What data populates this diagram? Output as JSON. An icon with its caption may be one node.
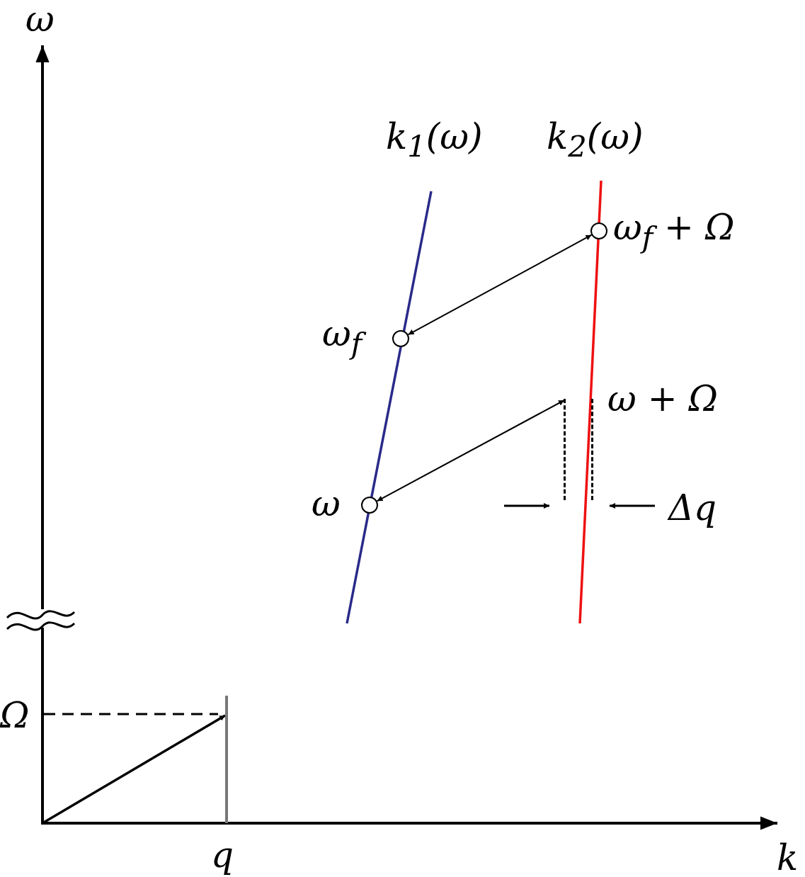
{
  "diagram": {
    "nodes": [
      {
        "text": [],
        "shape": "circle",
        "beside": [
          "ω$_{f}$ + Ω"
        ]
      },
      {
        "text": [],
        "shape": "circle",
        "beside": [
          "ω$_{f}$"
        ]
      },
      {
        "text": [],
        "shape": "bar",
        "beside": [
          "ω + Ω"
        ]
      },
      {
        "text": [],
        "shape": "circle",
        "beside": [
          "ω"
        ]
      },
      {
        "text": [],
        "shape": "bar"
      }
    ],
    "edges": [
      {
        "from": 0,
        "to": 1,
        "arrow": "both"
      },
      {
        "from": 3,
        "to": 2,
        "arrow": "both"
      },
      {
        "from": null,
        "to": 4,
        "arrow": "to"
      }
    ],
    "labels": [
      "ω",
      "k$_{1}$(ω)",
      "k$_{2}$(ω)",
      "Δq",
      "Ω",
      "q",
      "k"
    ]
  }
}
